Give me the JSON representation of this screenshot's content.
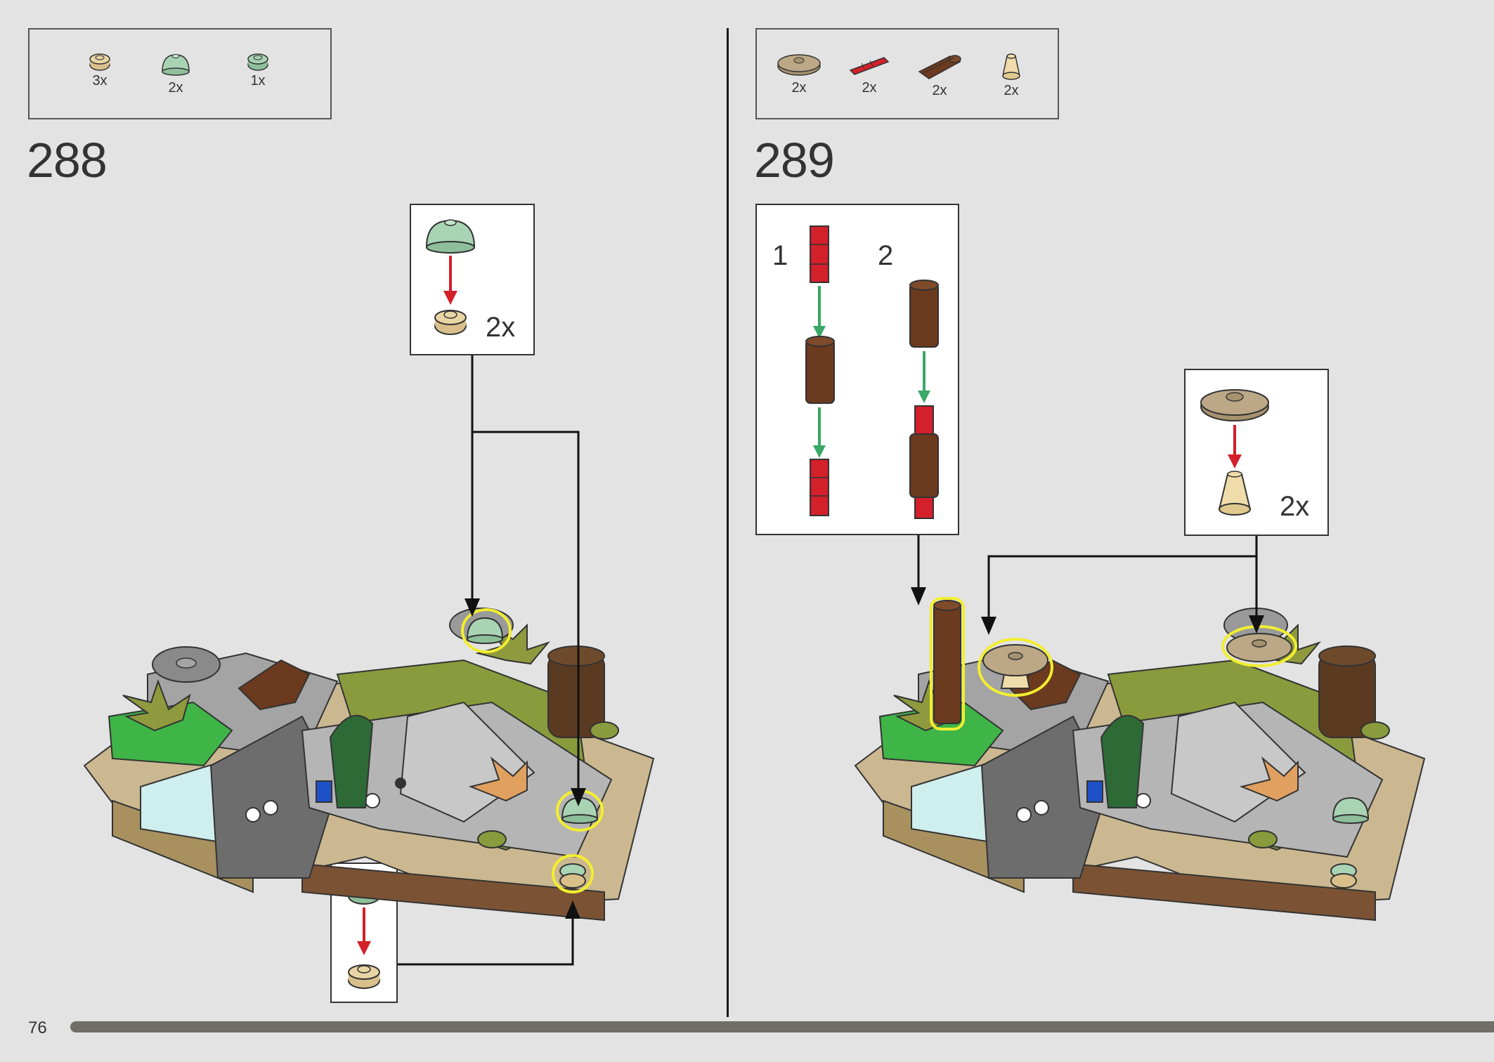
{
  "page_number": "76",
  "progress": 1.0,
  "colors": {
    "background": "#e3e3e3",
    "highlight": "#f2ee30",
    "red_arrow": "#d3202a",
    "green_arrow": "#3aa866",
    "progress_bar": "#6f6f68"
  },
  "steps": [
    {
      "number": "288",
      "parts": [
        {
          "name": "tan-round-plate",
          "qty": "3x"
        },
        {
          "name": "sand-green-dome",
          "qty": "2x"
        },
        {
          "name": "sand-green-round-plate",
          "qty": "1x"
        }
      ],
      "callouts": [
        {
          "name": "dome-on-plate-subassembly",
          "multiplier": "2x"
        },
        {
          "name": "round-plate-stack-subassembly",
          "multiplier": ""
        }
      ]
    },
    {
      "number": "289",
      "parts": [
        {
          "name": "dark-tan-dish",
          "qty": "2x"
        },
        {
          "name": "red-axle",
          "qty": "2x"
        },
        {
          "name": "reddish-brown-log-brick",
          "qty": "2x"
        },
        {
          "name": "tan-cone",
          "qty": "2x"
        }
      ],
      "callouts": [
        {
          "name": "log-axle-subassembly",
          "sub_steps": [
            "1",
            "2"
          ]
        },
        {
          "name": "dish-on-cone-subassembly",
          "multiplier": "2x"
        }
      ]
    }
  ]
}
